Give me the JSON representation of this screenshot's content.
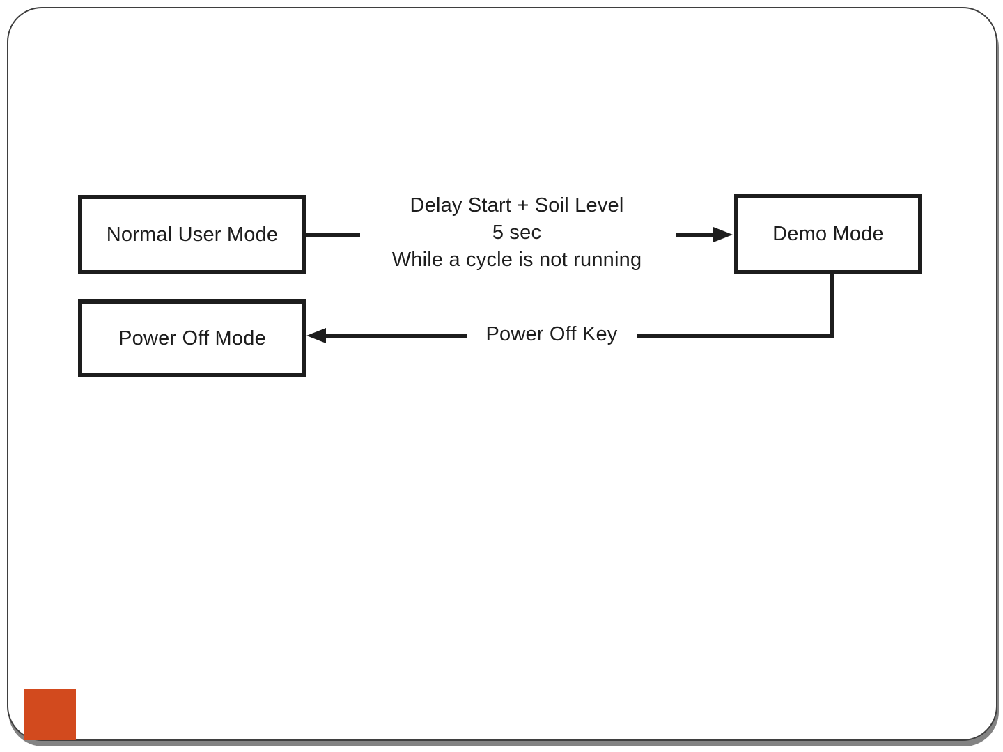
{
  "slide": {
    "background_color": "#ffffff",
    "frame_border_color": "#3f3f3f",
    "frame_shadow_color": "#838383",
    "accent_square_color": "#d24a1e"
  },
  "diagram": {
    "line_color": "#1d1d1d",
    "states": [
      {
        "id": "normal-user-mode",
        "label": "Normal User Mode"
      },
      {
        "id": "demo-mode",
        "label": "Demo Mode"
      },
      {
        "id": "power-off-mode",
        "label": "Power Off Mode"
      }
    ],
    "transitions": [
      {
        "from": "normal-user-mode",
        "to": "demo-mode",
        "label_lines": [
          "Delay Start + Soil Level",
          "5 sec",
          "While a cycle is not running"
        ]
      },
      {
        "from": "demo-mode",
        "to": "power-off-mode",
        "label": "Power Off Key"
      }
    ]
  }
}
